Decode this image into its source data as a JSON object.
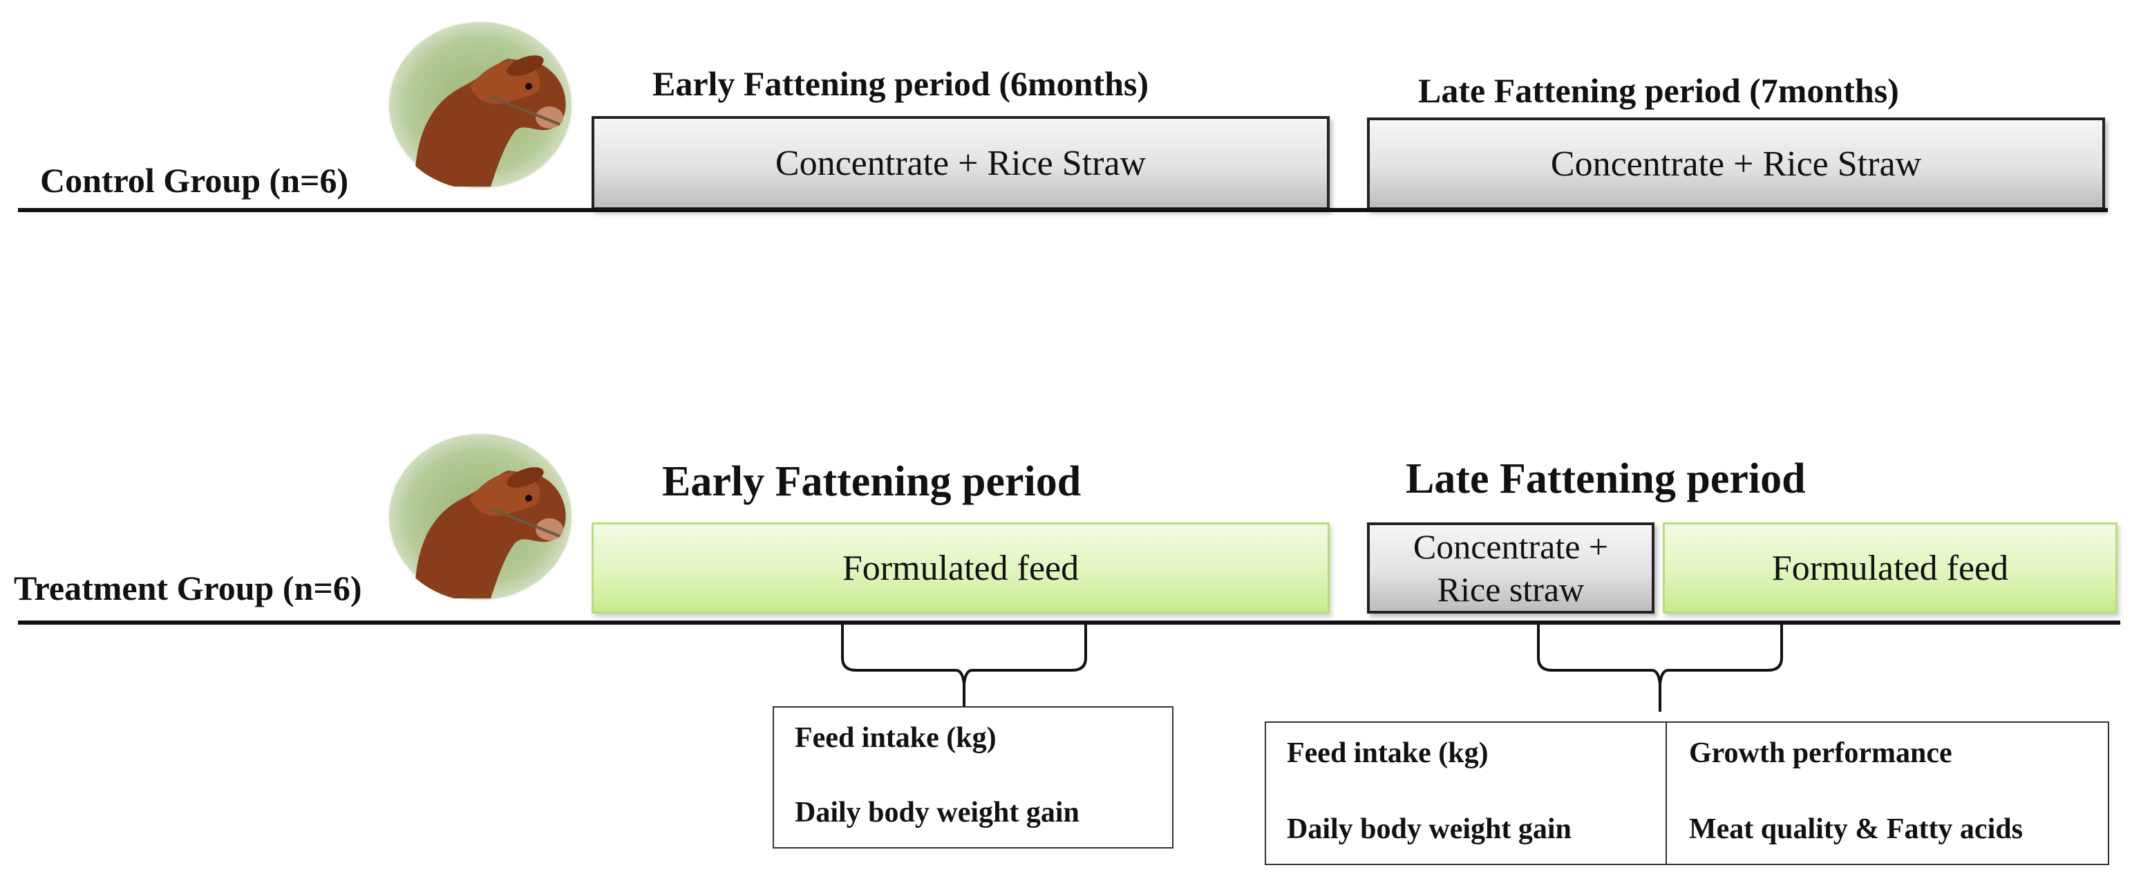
{
  "control": {
    "label": "Control Group (n=6)",
    "early_title": "Early Fattening period  (6months)",
    "late_title": "Late Fattening  period  (7months)",
    "early_feed": "Concentrate + Rice Straw",
    "late_feed": "Concentrate + Rice Straw"
  },
  "treatment": {
    "label": "Treatment Group (n=6)",
    "early_title": "Early Fattening period",
    "late_title": "Late Fattening period",
    "early_feed": "Formulated feed",
    "late_feed_a_line1": "Concentrate +",
    "late_feed_a_line2": "Rice straw",
    "late_feed_b": "Formulated feed"
  },
  "measurements": {
    "early": {
      "item1": "Feed intake (kg)",
      "item2": "Daily body weight gain"
    },
    "late": {
      "left_item1": "Feed intake (kg)",
      "left_item2": "Daily body weight gain",
      "right_item1": "Growth performance",
      "right_item2": "Meat quality & Fatty acids"
    }
  },
  "colors": {
    "gray_box": "#d9d9d9",
    "green_box": "#e1f5bd",
    "green_border": "#b7dd7d",
    "line": "#111111"
  },
  "icons": [
    "cow-photo-icon"
  ]
}
